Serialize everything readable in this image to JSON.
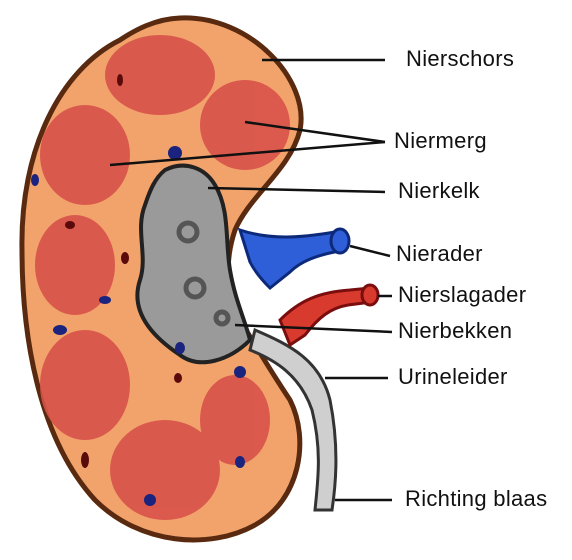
{
  "labels": {
    "nierschors": "Nierschors",
    "niermerg": "Niermerg",
    "nierkelk": "Nierkelk",
    "nierader": "Nierader",
    "nierslagader": "Nierslagader",
    "nierbekken": "Nierbekken",
    "urineleider": "Urineleider",
    "richting_blaas": "Richting blaas"
  },
  "colors": {
    "cortex": "#f2a36b",
    "medulla": "#d8524a",
    "pelvis": "#9a9a9a",
    "vein": "#2f5fd8",
    "artery": "#d93a2e",
    "ureter": "#c9c9c9",
    "outline": "#5a2a10"
  }
}
